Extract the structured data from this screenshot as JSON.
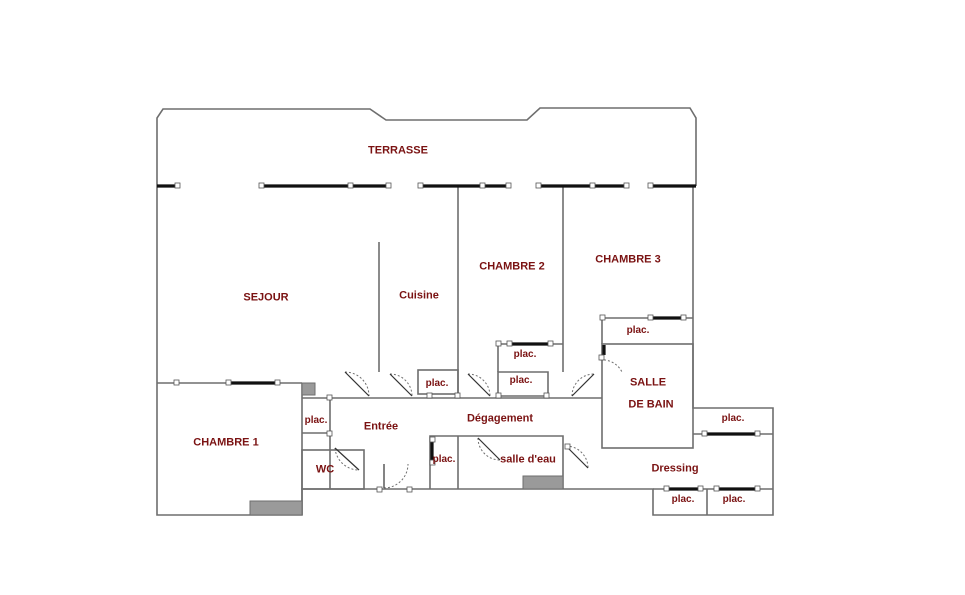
{
  "labels": {
    "terrasse": "TERRASSE",
    "sejour": "SEJOUR",
    "cuisine": "Cuisine",
    "chambre2": "CHAMBRE 2",
    "chambre3": "CHAMBRE 3",
    "chambre1": "CHAMBRE 1",
    "entree": "Entrée",
    "degagement": "Dégagement",
    "salle_de_bain_1": "SALLE",
    "salle_de_bain_2": "DE BAIN",
    "salle_eau": "salle d'eau",
    "wc": "WC",
    "dressing": "Dressing",
    "plac": "plac."
  },
  "colors": {
    "wall": "#6e6e6e",
    "text": "#7a1212",
    "filled_block": "#9a9a9a"
  }
}
